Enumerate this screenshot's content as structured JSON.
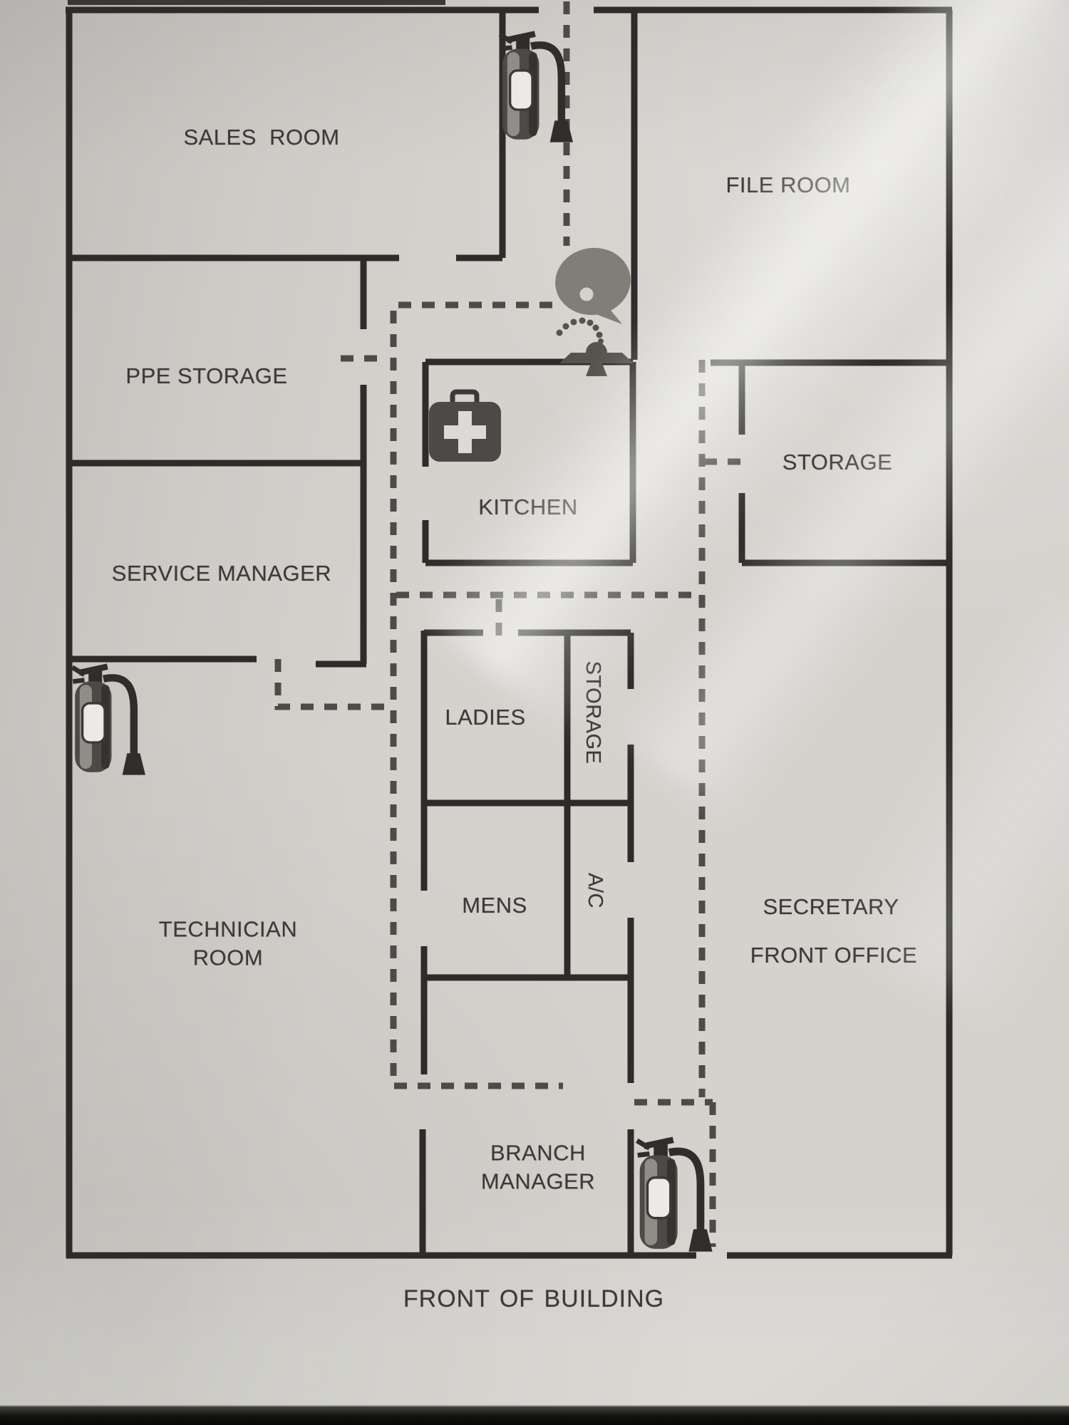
{
  "colors": {
    "paper": "#d4d2cd",
    "wall": "#2d2c2a",
    "route_dash": "#4c4b48",
    "text": "#3b3a38",
    "icon_dark": "#2f2e2c",
    "icon_body": "#4b4a46",
    "icon_highlight": "#9b9993",
    "icon_label_white": "#eceae6",
    "eyewash_gray": "#807e76"
  },
  "rooms": {
    "sales_room": "SALES  ROOM",
    "file_room": "FILE ROOM",
    "ppe_storage": "PPE STORAGE",
    "storage_right": "STORAGE",
    "service_manager": "SERVICE MANAGER",
    "kitchen": "KITCHEN",
    "ladies": "LADIES",
    "storage_center": "STORAGE",
    "mens": "MENS",
    "ac": "A/C",
    "secretary": "SECRETARY",
    "front_office": "FRONT OFFICE",
    "technician_room": "TECHNICIAN\nROOM",
    "branch_manager": "BRANCH\nMANAGER"
  },
  "captions": {
    "front_of_building": "FRONT OF BUILDING"
  },
  "icons": [
    {
      "name": "fire-extinguisher-icon",
      "position": "top corridor"
    },
    {
      "name": "fire-extinguisher-icon",
      "position": "technician room upper-left"
    },
    {
      "name": "fire-extinguisher-icon",
      "position": "branch manager right"
    },
    {
      "name": "first-aid-kit-icon",
      "position": "kitchen upper-left"
    },
    {
      "name": "eyewash-station-icon",
      "position": "corridor above kitchen"
    }
  ]
}
